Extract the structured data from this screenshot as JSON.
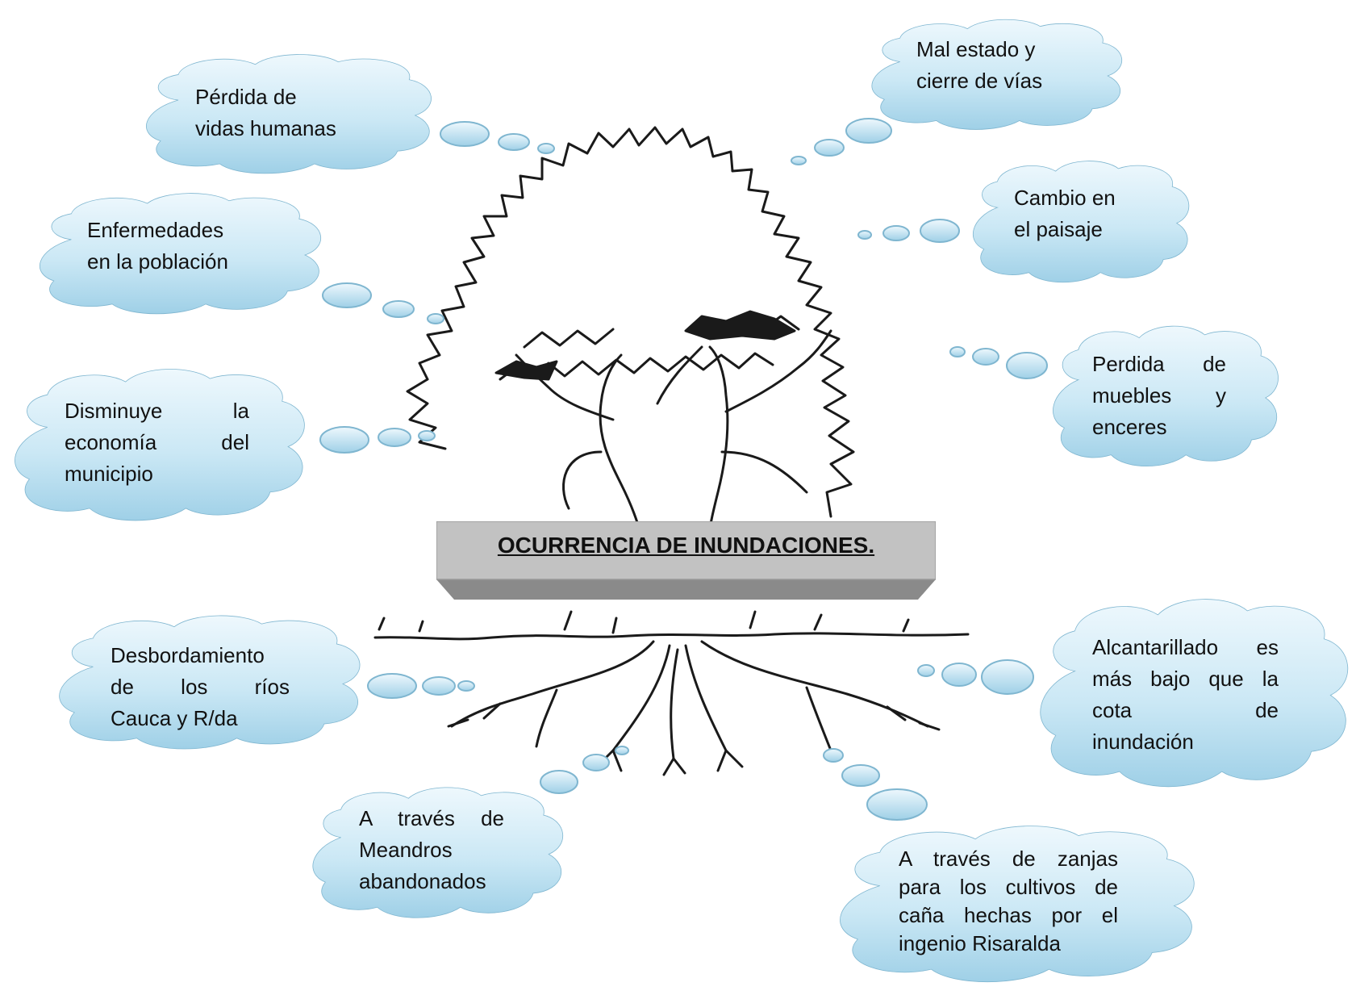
{
  "diagram": {
    "title": "OCURRENCIA DE INUNDACIONES.",
    "effects": [
      {
        "id": "perdida-vidas",
        "lines": [
          "Pérdida de",
          "vidas humanas"
        ]
      },
      {
        "id": "enfermedades",
        "lines": [
          "Enfermedades",
          "en la  población"
        ]
      },
      {
        "id": "economia",
        "lines": [
          "Disminuye la",
          "economía del",
          "municipio"
        ]
      },
      {
        "id": "vias",
        "lines": [
          "Mal estado y",
          "cierre de vías"
        ]
      },
      {
        "id": "paisaje",
        "lines": [
          "Cambio en",
          "el paisaje"
        ]
      },
      {
        "id": "muebles",
        "lines": [
          "Perdida de",
          "muebles y",
          "enceres"
        ]
      }
    ],
    "causes": [
      {
        "id": "desbordamiento",
        "lines": [
          "Desbordamiento",
          "de los ríos",
          "Cauca y R/da"
        ]
      },
      {
        "id": "meandros",
        "lines": [
          "A través de",
          "Meandros",
          "abandonados"
        ]
      },
      {
        "id": "alcantarillado",
        "lines": [
          "Alcantarillado es",
          "más bajo que la",
          "cota de",
          "inundación"
        ]
      },
      {
        "id": "zanjas",
        "lines": [
          "A través de zanjas",
          "para los cultivos de",
          "caña hechas por el",
          "ingenio Risaralda"
        ]
      }
    ]
  },
  "colors": {
    "cloud_fill_top": "#e8f6fc",
    "cloud_fill_bottom": "#a9d6ea",
    "cloud_stroke": "#7fb6d0",
    "banner_face": "#c2c2c2",
    "banner_side": "#8a8a8a",
    "tree_ink": "#1a1a1a"
  },
  "icons": {
    "tree": "tree-illustration",
    "cloud": "thought-cloud"
  }
}
